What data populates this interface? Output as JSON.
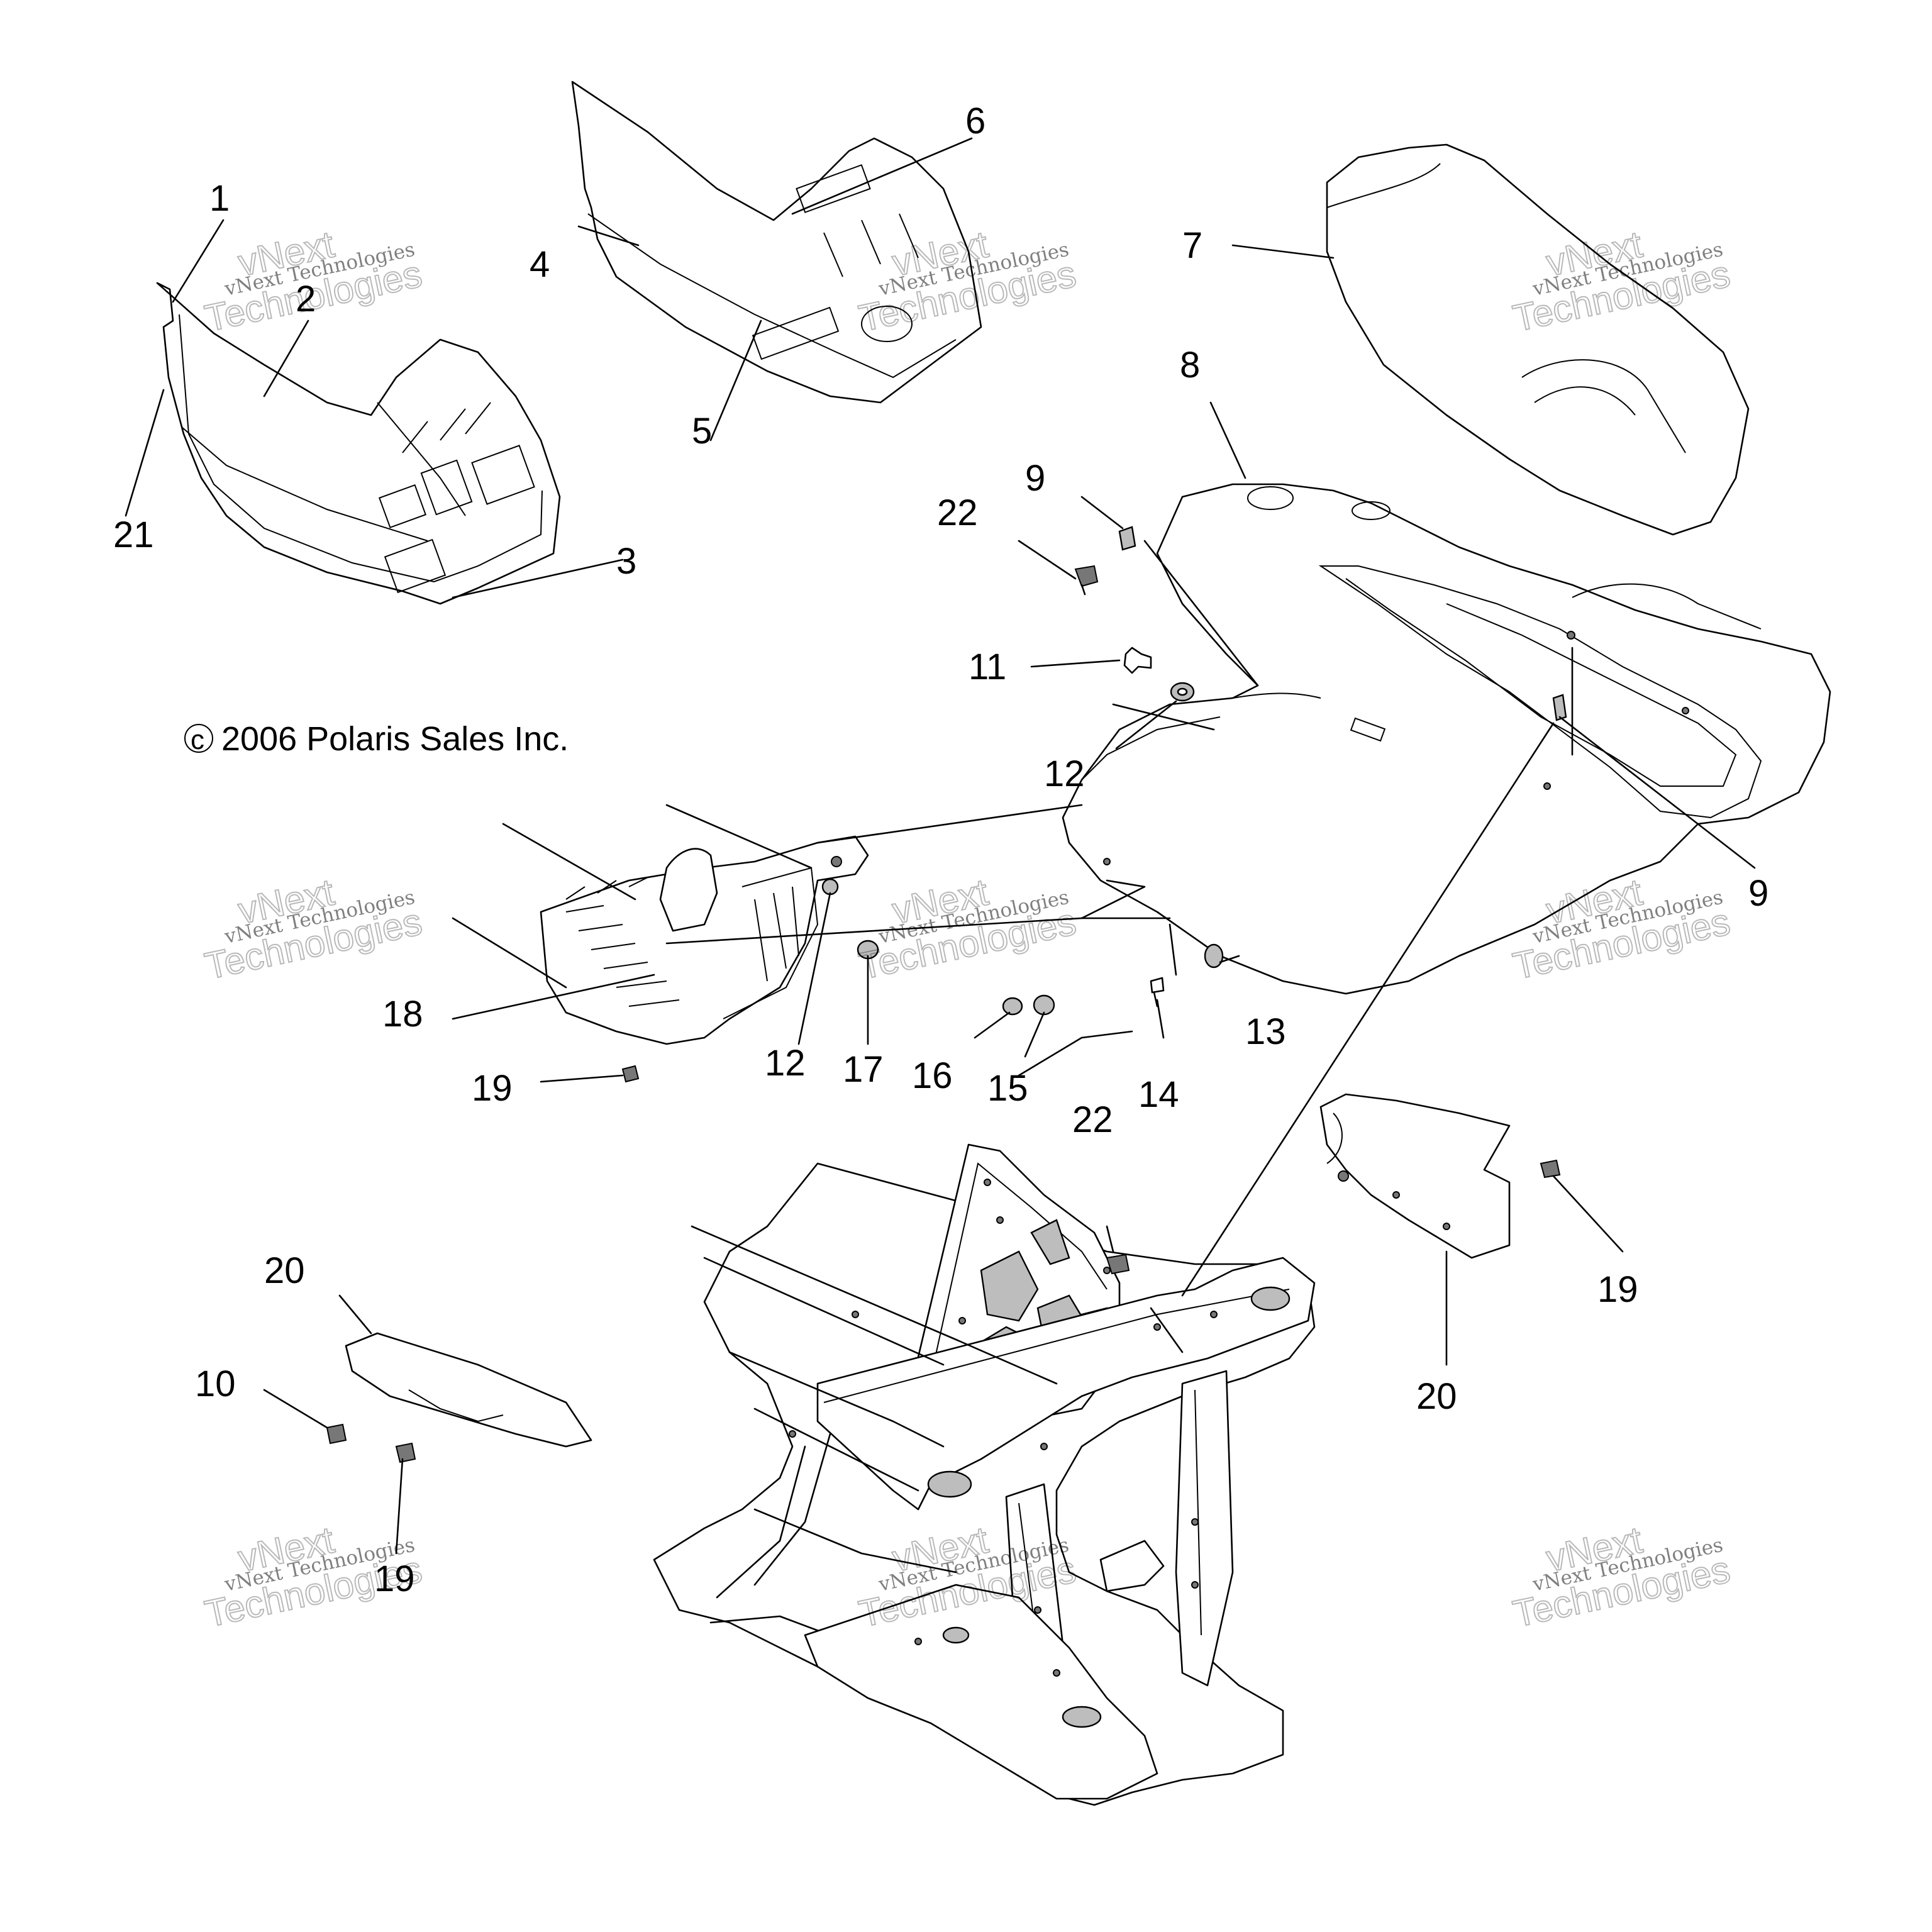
{
  "copyright": "2006 Polaris Sales Inc.",
  "copyright_symbol": "c",
  "watermark": {
    "brand": "vNext",
    "line": "vNext Technologies",
    "word": "Technologies"
  },
  "callouts": [
    "1",
    "2",
    "3",
    "4",
    "5",
    "6",
    "7",
    "8",
    "9",
    "9",
    "10",
    "11",
    "12",
    "12",
    "13",
    "14",
    "15",
    "16",
    "17",
    "18",
    "19",
    "19",
    "19",
    "20",
    "20",
    "21",
    "22",
    "22"
  ]
}
